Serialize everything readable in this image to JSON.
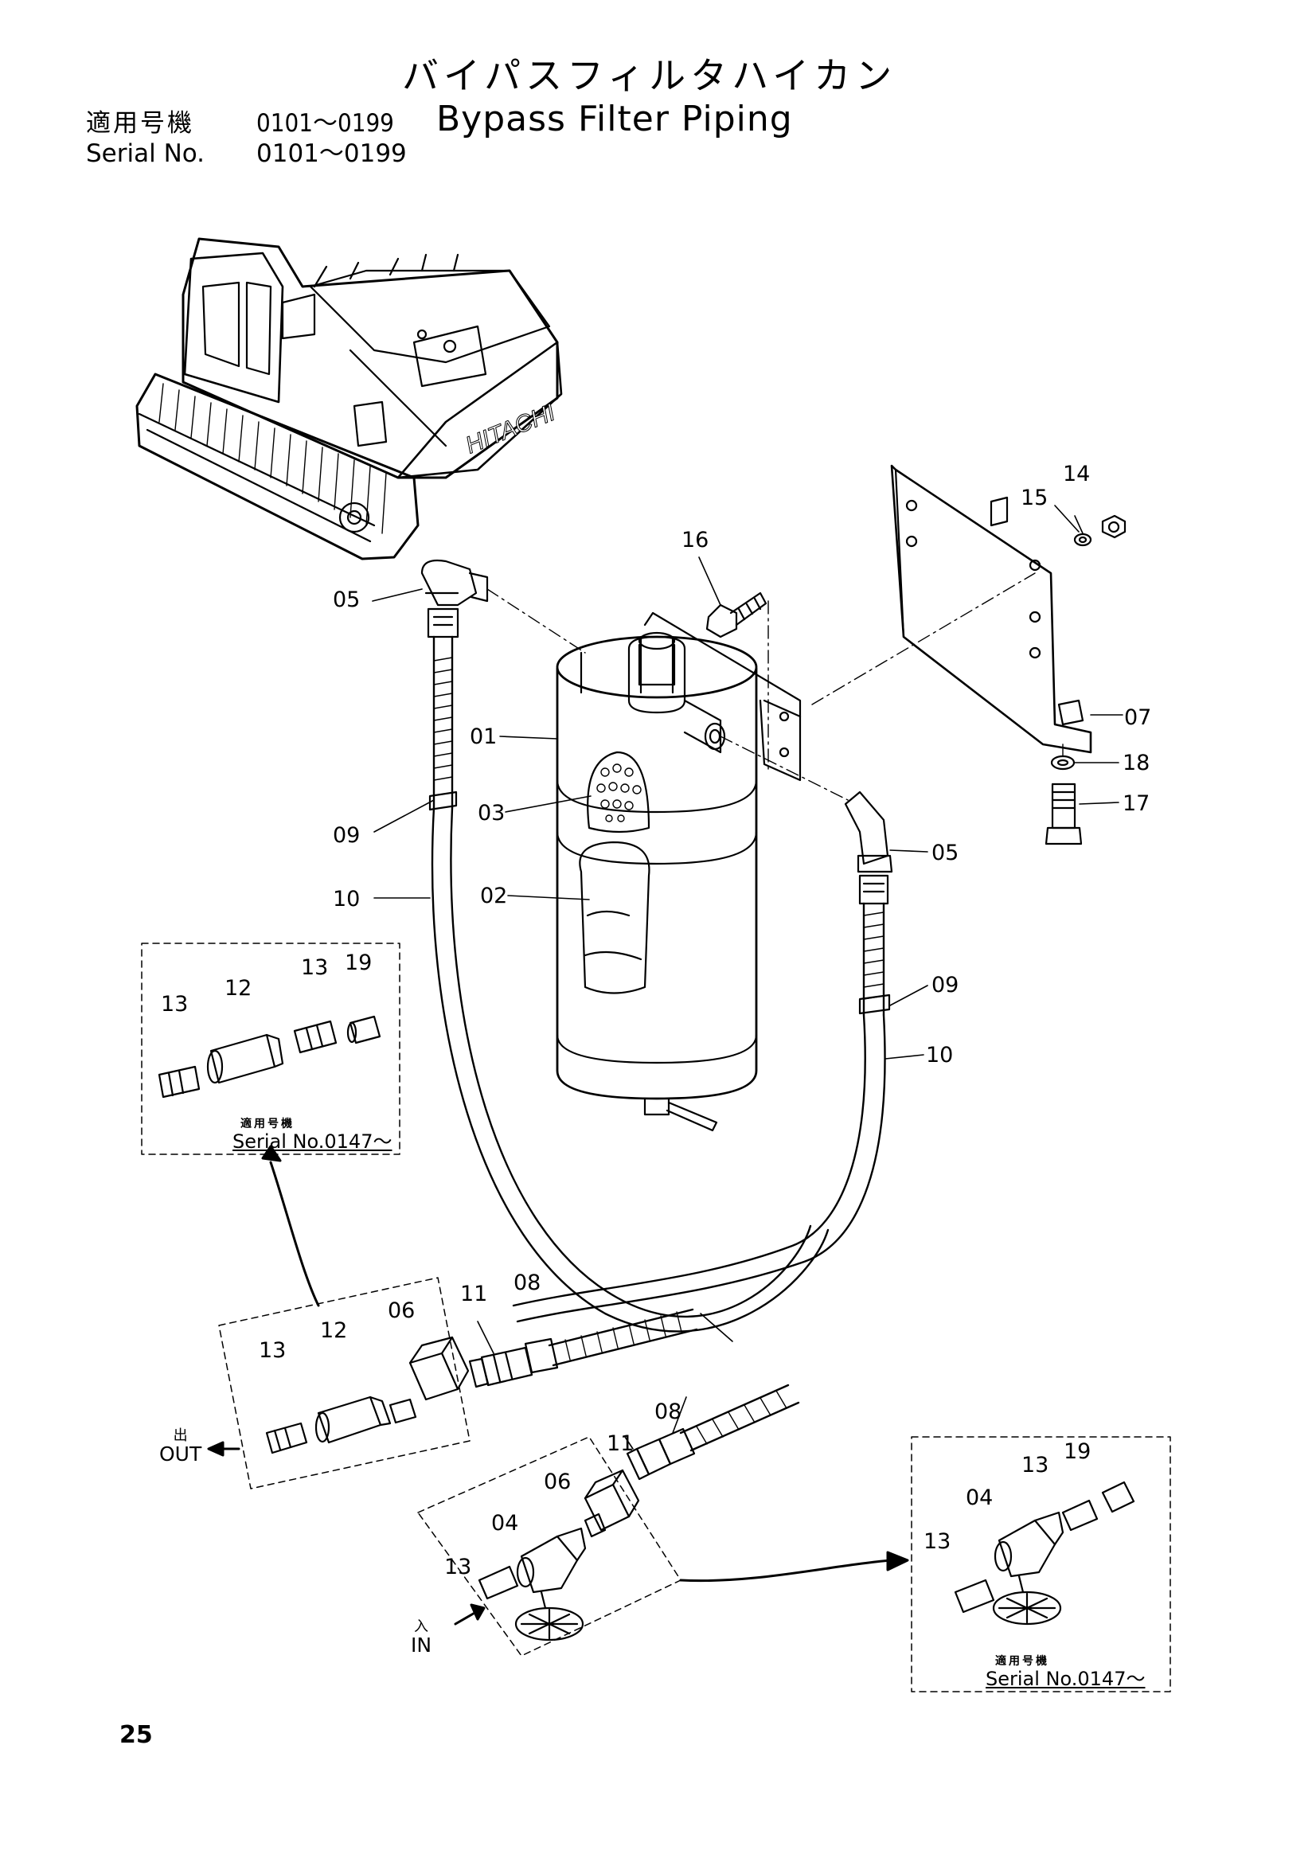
{
  "header": {
    "title_jp": "バイパスフィルタハイカン",
    "title_en": "Bypass Filter Piping",
    "serial_label_jp": "適用号機",
    "serial_label_en": "Serial No.",
    "serial_range": "0101～0199"
  },
  "machine": {
    "brand": "HITACHI"
  },
  "part_labels": {
    "p01": "01",
    "p02": "02",
    "p03": "03",
    "p05_top": "05",
    "p05_right": "05",
    "p07": "07",
    "p09_left": "09",
    "p09_right": "09",
    "p10_left": "10",
    "p10_right": "10",
    "p14": "14",
    "p15": "15",
    "p16": "16",
    "p17": "17",
    "p18": "18",
    "out_p13": "13",
    "out_p12": "12",
    "out_p06": "06",
    "out_p11": "11",
    "out_p08": "08",
    "in_p13": "13",
    "in_p04": "04",
    "in_p06": "06",
    "in_p11": "11",
    "in_p08": "08",
    "left_inset_p13a": "13",
    "left_inset_p12": "12",
    "left_inset_p13b": "13",
    "left_inset_p19": "19",
    "right_inset_p13a": "13",
    "right_inset_p04": "04",
    "right_inset_p13b": "13",
    "right_inset_p19": "19"
  },
  "insets": {
    "left": {
      "serial_label_jp": "適用号機",
      "serial_text": "Serial No.0147～"
    },
    "right": {
      "serial_label_jp": "適用号機",
      "serial_text": "Serial No.0147～"
    }
  },
  "directions": {
    "out_jp": "出",
    "out_en": "OUT",
    "in_jp": "入",
    "in_en": "IN"
  },
  "page_number": "25"
}
